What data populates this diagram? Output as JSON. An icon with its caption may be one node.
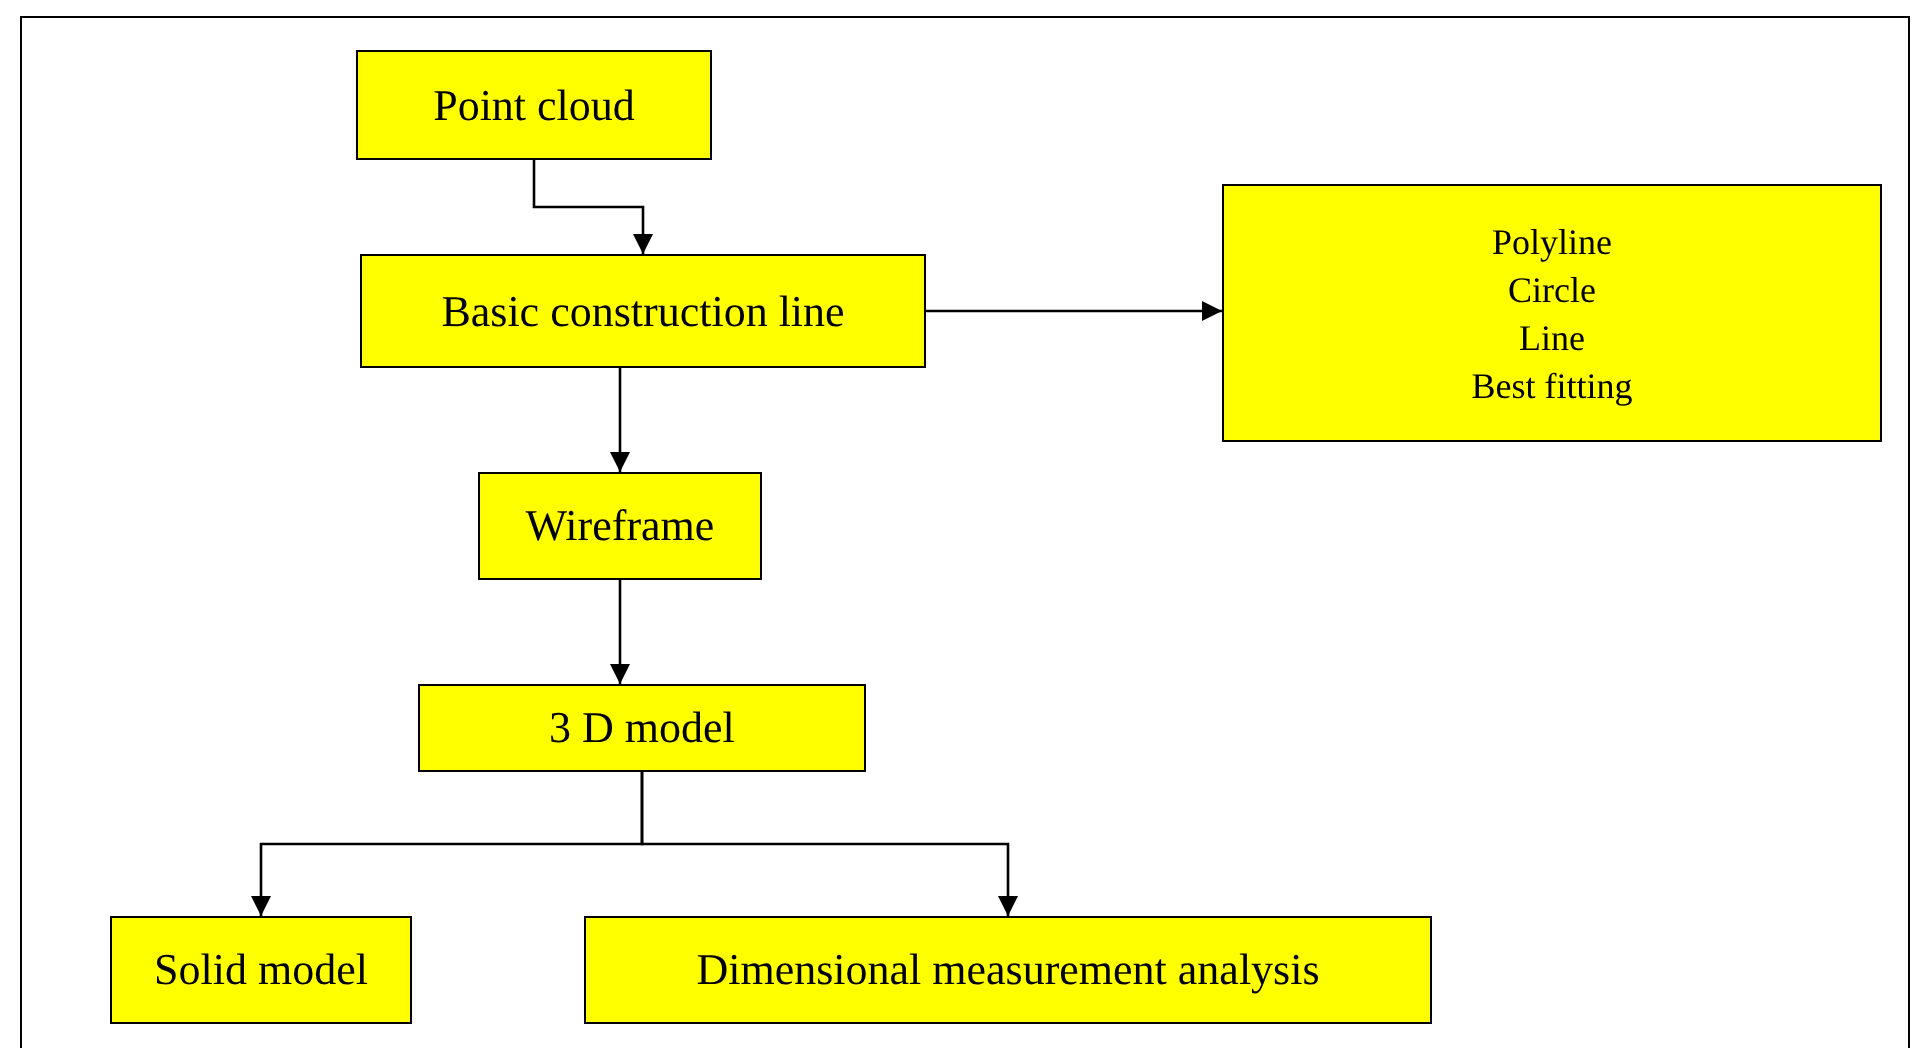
{
  "diagram": {
    "nodes": [
      {
        "text": [
          "Point cloud"
        ]
      },
      {
        "text": [
          "Basic construction line"
        ]
      },
      {
        "text": [
          "Polyline",
          "Circle",
          "Line",
          "Best fitting"
        ]
      },
      {
        "text": [
          "Wireframe"
        ]
      },
      {
        "text": [
          "3 D model"
        ]
      },
      {
        "text": [
          "Solid model"
        ]
      },
      {
        "text": [
          "Dimensional measurement analysis"
        ]
      }
    ],
    "edges": [
      {
        "from": 0,
        "to": 1,
        "arrow": "to"
      },
      {
        "from": 1,
        "to": 2,
        "arrow": "to"
      },
      {
        "from": 1,
        "to": 3,
        "arrow": "to"
      },
      {
        "from": 3,
        "to": 4,
        "arrow": "to"
      },
      {
        "from": 4,
        "to": 5,
        "arrow": "to"
      },
      {
        "from": 4,
        "to": 6,
        "arrow": "to"
      }
    ]
  }
}
